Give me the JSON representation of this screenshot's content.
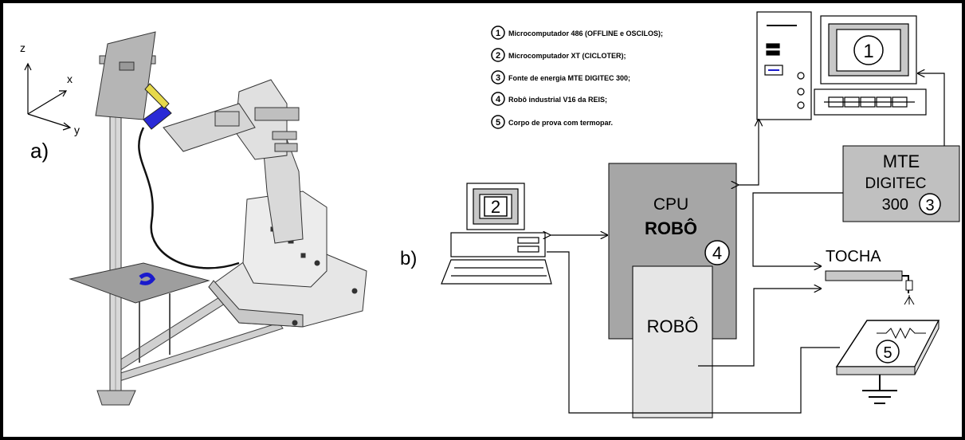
{
  "panel_a": {
    "label": "a)",
    "axes": {
      "z": "z",
      "x": "x",
      "y": "y"
    }
  },
  "panel_b": {
    "label": "b)",
    "legend": [
      {
        "num": "1",
        "text": "Microcomputador 486 (OFFLINE e OSCILOS);"
      },
      {
        "num": "2",
        "text": "Microcomputador XT (CICLOTER);"
      },
      {
        "num": "3",
        "text": "Fonte de energia MTE DIGITEC 300;"
      },
      {
        "num": "4",
        "text": "Robô industrial V16 da REIS;"
      },
      {
        "num": "5",
        "text": "Corpo de prova com termopar."
      }
    ],
    "pc1_num": "1",
    "pc2_num": "2",
    "cpu": {
      "line1": "CPU",
      "line2": "ROBÔ",
      "num": "4"
    },
    "robot_unit": "ROBÔ",
    "mte": {
      "line1": "MTE",
      "line2": "DIGITEC",
      "line3": "300",
      "num": "3"
    },
    "torch": "TOCHA",
    "specimen_num": "5"
  },
  "colors": {
    "frame": "#000000",
    "cpu_box": "#a6a6a6",
    "robot_box": "#e6e6e6",
    "mte_box": "#c0c0c0",
    "monitor_screen": "#c8c8c8",
    "wire": "#000000",
    "torch_cable": "#1a1acc",
    "torch_tip": "#e6d94a"
  }
}
